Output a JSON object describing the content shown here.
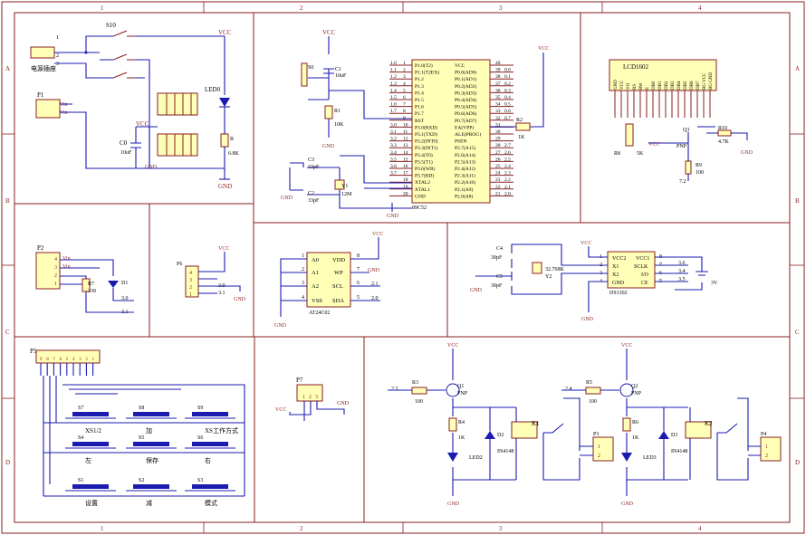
{
  "frame": {
    "cols": [
      "1",
      "2",
      "3",
      "4"
    ],
    "rows": [
      "A",
      "B",
      "C",
      "D"
    ]
  },
  "power": {
    "switch": "S10",
    "socket": "电源插座",
    "led": "LED0",
    "res": "R",
    "res_val": "6.8K",
    "cap": "C0",
    "cap_val": "10uF",
    "conn": "P1",
    "vin": "Vin",
    "vcc": "VCC",
    "gnd": "GND",
    "pins": [
      "1",
      "2",
      "3"
    ]
  },
  "mcu": {
    "chip": "89C52",
    "reset_sw": "S0",
    "c1": "C1",
    "c1_val": "10uF",
    "r1": "R1",
    "r1_val": "10K",
    "c3": "C3",
    "c3_val": "33pF",
    "c2": "C2",
    "c2_val": "33pF",
    "xtal": "Y1",
    "xtal_val": "12M",
    "r2": "R2",
    "r2_val": "1K",
    "left_labels": [
      "P1.0(T2)",
      "P1.1(T2EX)",
      "P1.2",
      "P1.3",
      "P1.4",
      "P1.5",
      "P1.6",
      "P1.7",
      "RST",
      "P3.0(RXD)",
      "P3.1(TXD)",
      "P3.2(INT0)",
      "P3.3(INT1)",
      "P3.4(T0)",
      "P3.5(T1)",
      "P3.6(WR)",
      "P3.7(RD)",
      "XTAL2",
      "XTAL1",
      "GND"
    ],
    "left_nums": [
      "1",
      "2",
      "3",
      "4",
      "5",
      "6",
      "7",
      "8",
      "9",
      "10",
      "11",
      "12",
      "13",
      "14",
      "15",
      "16",
      "17",
      "18",
      "19",
      "20"
    ],
    "left_nets": [
      "1.0",
      "1.1",
      "1.2",
      "1.3",
      "1.4",
      "1.5",
      "1.6",
      "1.7",
      "",
      "3.0",
      "3.1",
      "3.2",
      "3.3",
      "3.4",
      "3.5",
      "3.6",
      "3.7",
      "",
      "",
      ""
    ],
    "right_labels": [
      "VCC",
      "P0.0(AD0)",
      "P0.1(AD1)",
      "P0.2(AD2)",
      "P0.3(AD3)",
      "P0.4(AD4)",
      "P0.5(AD5)",
      "P0.6(AD6)",
      "P0.7(AD7)",
      "EA(VPP)",
      "ALE(PROG)",
      "PSEN",
      "P2.7(A15)",
      "P2.6(A14)",
      "P2.5(A13)",
      "P2.4(A12)",
      "P2.3(A11)",
      "P2.2(A10)",
      "P2.1(A9)",
      "P2.0(A8)"
    ],
    "right_nums": [
      "40",
      "39",
      "38",
      "37",
      "36",
      "35",
      "34",
      "33",
      "32",
      "31",
      "30",
      "29",
      "28",
      "27",
      "26",
      "25",
      "24",
      "23",
      "22",
      "21"
    ],
    "right_nets": [
      "",
      "0.0",
      "0.1",
      "0.2",
      "0.3",
      "0.4",
      "0.5",
      "0.6",
      "0.7",
      "",
      "",
      "",
      "2.7",
      "2.6",
      "2.5",
      "2.4",
      "2.3",
      "2.2",
      "2.1",
      "2.0"
    ]
  },
  "lcd": {
    "name": "LCD1602",
    "pins": [
      "GND",
      "VCC",
      "VO",
      "RS",
      "RW",
      "E",
      "DB0",
      "DB1",
      "DB2",
      "DB3",
      "DB4",
      "DB5",
      "DB6",
      "DB7",
      "BG VCC",
      "BG GND"
    ],
    "r8": "R8",
    "r8_val": "5K",
    "q3": "Q3",
    "q3_type": "PNP",
    "r10": "R10",
    "r10_val": "4.7K",
    "r9": "R9",
    "r9_val": "100",
    "net": "7.2"
  },
  "p2": {
    "name": "P2",
    "pins": [
      "4",
      "3",
      "2",
      "1"
    ],
    "vin": "Vin",
    "r7": "R7",
    "r7_val": "330",
    "d1": "D1",
    "nets": [
      "3.0",
      "3.1"
    ]
  },
  "p6": {
    "name": "P6",
    "pins": [
      "4",
      "3",
      "2",
      "1"
    ],
    "nets": [
      "3.0",
      "3.1"
    ]
  },
  "eeprom": {
    "chip": "AT24C02",
    "left": [
      "A0",
      "A1",
      "A2",
      "VSS"
    ],
    "left_nums": [
      "1",
      "2",
      "3",
      "4"
    ],
    "right": [
      "VDD",
      "WP",
      "SCL",
      "SDA"
    ],
    "right_nums": [
      "8",
      "7",
      "6",
      "5"
    ],
    "nets": [
      "2.1",
      "2.0"
    ]
  },
  "rtc": {
    "chip": "DS1302",
    "c4": "C4",
    "c4_val": "30pF",
    "c5": "C5",
    "c5_val": "30pF",
    "xtal": "Y2",
    "xtal_val": "32.768K",
    "left": [
      "VCC2",
      "X1",
      "X2",
      "GND"
    ],
    "left_nums": [
      "1",
      "2",
      "3",
      "4"
    ],
    "right": [
      "VCC1",
      "SCLK",
      "I/O",
      "CE"
    ],
    "right_nums": [
      "8",
      "7",
      "6",
      "5"
    ],
    "nets": [
      "3.6",
      "3.4",
      "3.5"
    ],
    "batt": "3V"
  },
  "keys": {
    "conn": "P5",
    "pins": [
      "9",
      "8",
      "7",
      "6",
      "5",
      "4",
      "3",
      "2",
      "1"
    ],
    "switches": [
      {
        "ref": "S7",
        "label": "XS1/2"
      },
      {
        "ref": "S8",
        "label": "加"
      },
      {
        "ref": "S9",
        "label": "XS工作方式"
      },
      {
        "ref": "S4",
        "label": "左"
      },
      {
        "ref": "S5",
        "label": "保存"
      },
      {
        "ref": "S6",
        "label": "右"
      },
      {
        "ref": "S1",
        "label": "设置"
      },
      {
        "ref": "S2",
        "label": "减"
      },
      {
        "ref": "S3",
        "label": "模式"
      }
    ]
  },
  "p7": {
    "name": "P7",
    "pins": [
      "1",
      "2",
      "3"
    ]
  },
  "relay1": {
    "r3": "R3",
    "r3_val": "100",
    "net": "2.3",
    "q1": "Q1",
    "q1_type": "PNP",
    "r4": "R4",
    "r4_val": "1K",
    "led": "LED2",
    "diode": "D2",
    "diode_val": "IN4148",
    "relay": "K1",
    "conn": "P3",
    "conn_pins": [
      "1",
      "2"
    ]
  },
  "relay2": {
    "r5": "R5",
    "r5_val": "100",
    "net": "2.4",
    "q2": "Q2",
    "q2_type": "PNP",
    "r6": "R6",
    "r6_val": "1K",
    "led": "LED3",
    "diode": "D3",
    "diode_val": "IN4148",
    "relay": "K2",
    "conn": "P4",
    "conn_pins": [
      "1",
      "2"
    ]
  }
}
